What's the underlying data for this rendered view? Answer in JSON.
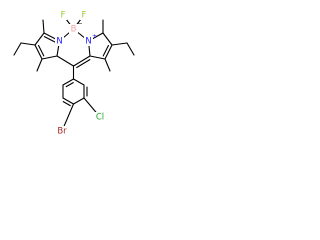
{
  "molecule": {
    "atoms": {
      "fluorine_1": "F",
      "fluorine_2": "F",
      "boron": "B",
      "boron_charge": "−",
      "nitrogen_left": "N",
      "nitrogen_right": "N",
      "nitrogen_right_charge": "+",
      "chlorine": "Cl",
      "bromine": "Br"
    },
    "colors": {
      "bond": "#000000",
      "fluorine": "#9acd32",
      "boron": "#f4a3a3",
      "nitrogen": "#1a1aff",
      "chlorine": "#22aa22",
      "bromine": "#a52a2a"
    }
  }
}
